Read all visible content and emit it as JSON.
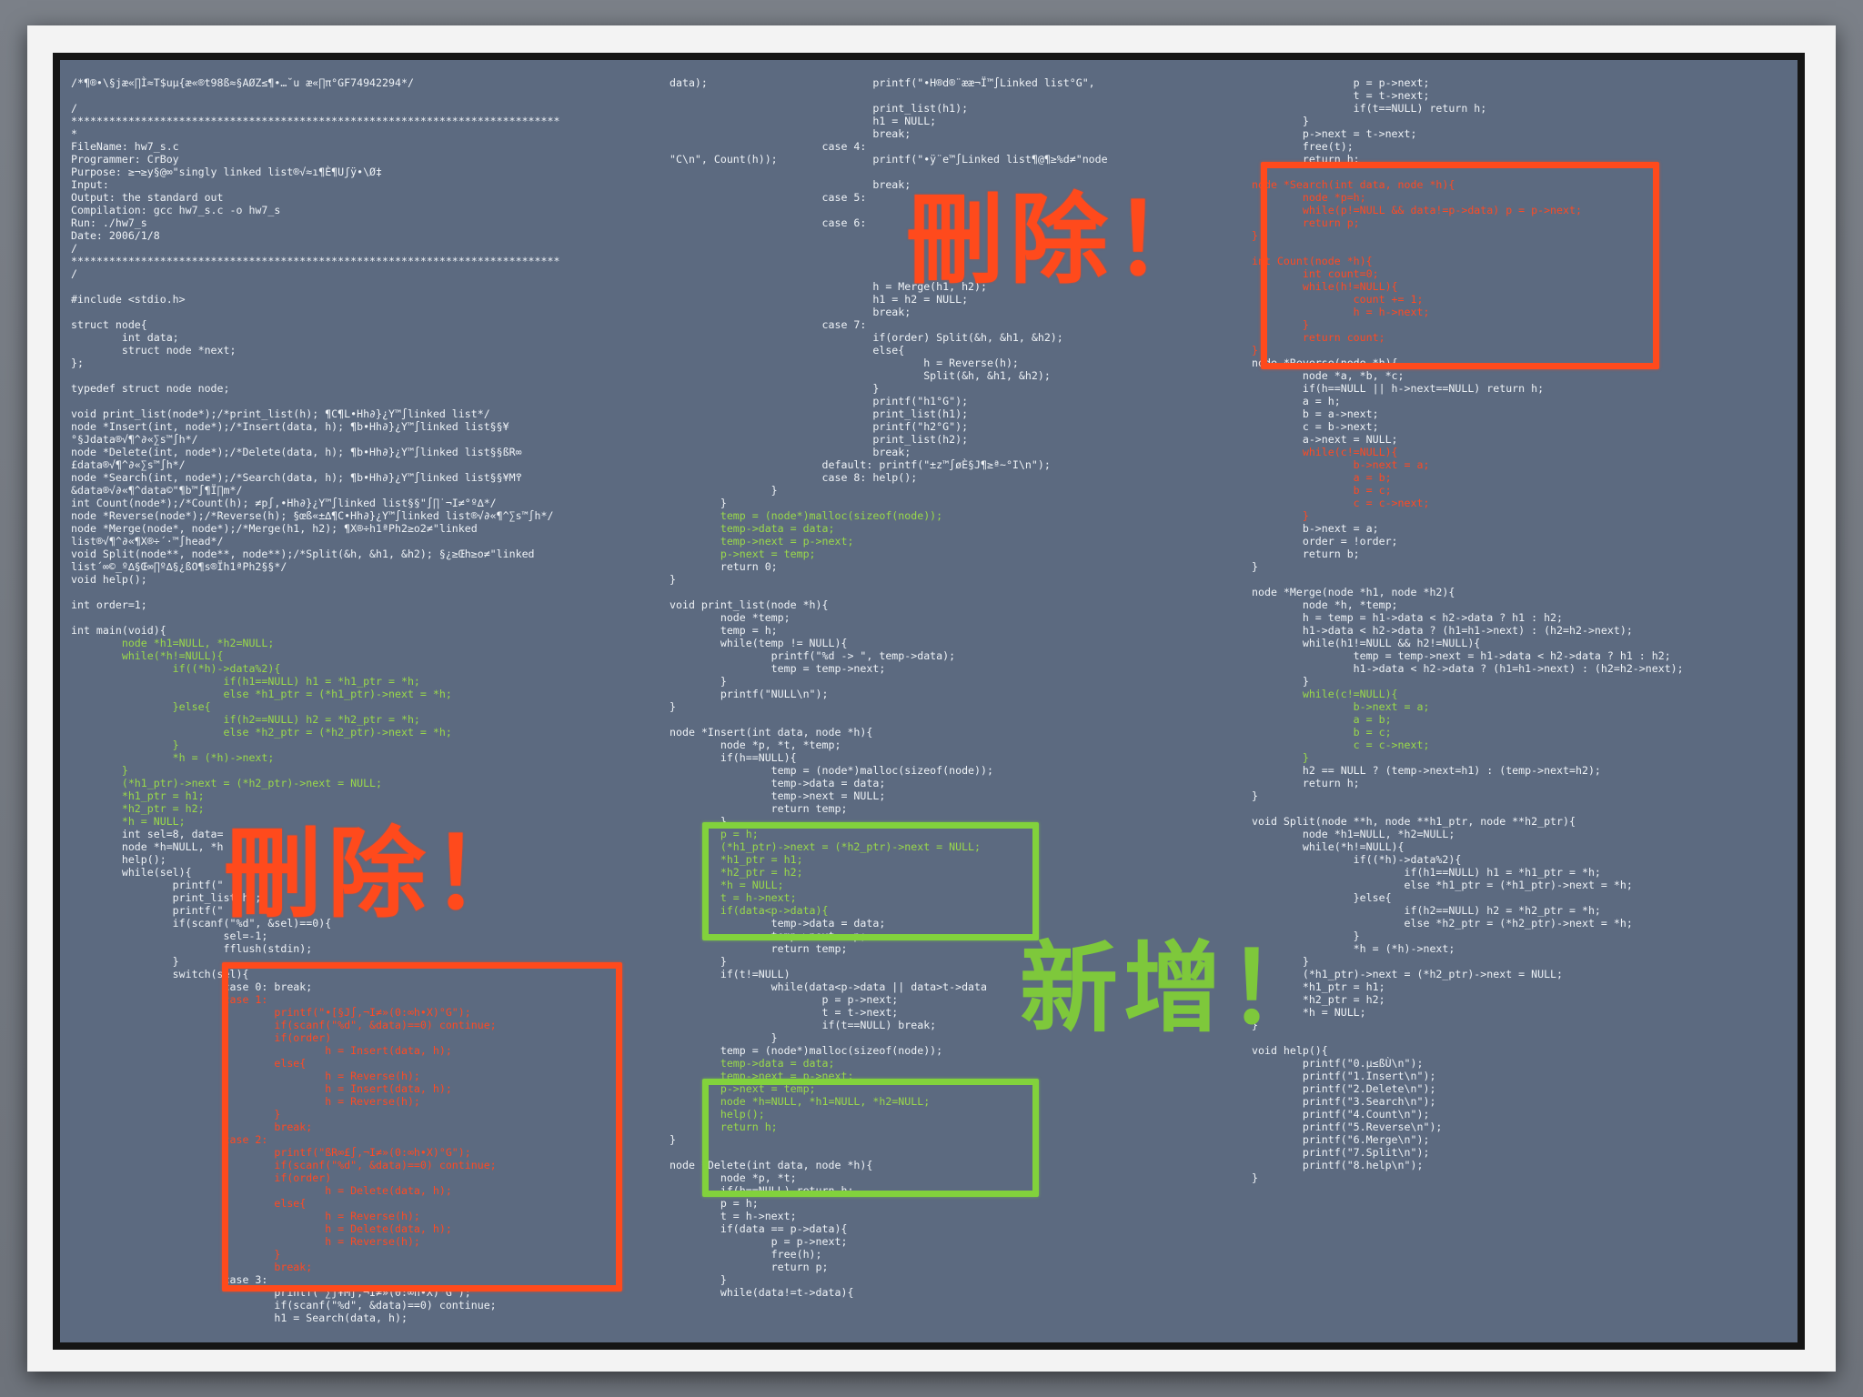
{
  "annotations": {
    "delete_top": "刪除！",
    "delete_left": "刪除！",
    "add_new": "新增！"
  },
  "colors": {
    "slide_bg": "#5c6a80",
    "code_text": "#eef2f6",
    "highlight_green": "#9ad94a",
    "highlight_red": "#ff4a22",
    "box_red": "#ff4a1c",
    "box_green": "#82d23c"
  },
  "code": {
    "col1_a": "/*¶®•\\§jæ«∏Ì≈T$uµ{æ«®t98ß≈§AØZ≤¶•…˘u æ«∏π°GF74942294*/\n\n/\n*****************************************************************************\n*\nFileName: hw7_s.c\nProgrammer: CrBoy\nPurpose: ≥¬≥y§@∞\"singly linked list®√≈ı¶È¶Uʃÿ•\\Ø‡\nInput:\nOutput: the standard out\nCompilation: gcc hw7_s.c -o hw7_s\nRun: ./hw7_s\nDate: 2006/1/8\n/\n*****************************************************************************\n/\n\n#include <stdio.h>\n\nstruct node{\n        int data;\n        struct node *next;\n};\n\ntypedef struct node node;\n\nvoid print_list(node*);/*print_list(h); ¶C¶L•Hh∂}¿Y™∫linked list*/\nnode *Insert(int, node*);/*Insert(data, h); ¶b•Hh∂}¿Y™∫linked list§§¥\n°§Jdata®√¶^∂«∑s™∫h*/\nnode *Delete(int, node*);/*Delete(data, h); ¶b•Hh∂}¿Y™∫linked list§§ßR∞\n£data®√¶^∂«∑s™∫h*/\nnode *Search(int, node*);/*Search(data, h); ¶b•Hh∂}¿Y™∫linked list§§¥M߉\n&data®√∂«¶^data©\"¶b™∫¶Ï∏m*/\nint Count(node*);/*Count(h); ≠p∫‚•Hh∂}¿Y™∫linked list§§\"∫∏˙¬I≠°º∆*/\nnode *Reverse(node*);/*Reverse(h); §œß«±∆¶C•Hh∂}¿Y™∫linked list®√∂«¶^∑s™∫h*/\nnode *Merge(node*, node*);/*Merge(h1, h2); ¶X®÷h1ªPh2≥o2≠\"linked\nlist®√¶^∂«¶X®÷´·™∫head*/\nvoid Split(node**, node**, node**);/*Split(&h, &h1, &h2); §¿≥Œh≥o≠\"linked\nlist´∞©_º∆§Œ∞∏º∆§¿ßO¶s®Ïh1ªPh2§§*/\nvoid help();\n\nint order=1;\n\nint main(void){",
    "col1_b": "        node *h1=NULL, *h2=NULL;\n        while(*h!=NULL){\n                if((*h)->data%2){\n                        if(h1==NULL) h1 = *h1_ptr = *h;\n                        else *h1_ptr = (*h1_ptr)->next = *h;\n                }else{\n                        if(h2==NULL) h2 = *h2_ptr = *h;\n                        else *h2_ptr = (*h2_ptr)->next = *h;\n                }\n                *h = (*h)->next;\n        }\n        (*h1_ptr)->next = (*h2_ptr)->next = NULL;\n        *h1_ptr = h1;\n        *h2_ptr = h2;\n        *h = NULL;",
    "col1_c": "        int sel=8, data=\n        node *h=NULL, *h\n        help();\n        while(sel){\n                printf(\"\n                print_list(h);\n                printf(\"\n                if(scanf(\"%d\", &sel)==0){\n                        sel=-1;\n                        fflush(stdin);\n                }\n                switch(sel){\n                        case 0: break;",
    "col1_d": "                        case 1:\n                                printf(\"•[§J∫‚¬I≠»(0:∞h•X)°G\");\n                                if(scanf(\"%d\", &data)==0) continue;\n                                if(order)\n                                        h = Insert(data, h);\n                                else{\n                                        h = Reverse(h);\n                                        h = Insert(data, h);\n                                        h = Reverse(h);\n                                }\n                                break;\n                        case 2:\n                                printf(\"ßR∞£∫‚¬I≠»(0:∞h•X)°G\");\n                                if(scanf(\"%d\", &data)==0) continue;\n                                if(order)\n                                        h = Delete(data, h);\n                                else{\n                                        h = Reverse(h);\n                                        h = Delete(data, h);\n                                        h = Reverse(h);\n                                }\n                                break;",
    "col1_e": "                        case 3:\n                                printf(\"∑j¥M∫‚¬I≠»(0:∞h•X)°G\");\n                                if(scanf(\"%d\", &data)==0) continue;\n                                h1 = Search(data, h);",
    "col2_a": "data);\n\n\n\n\n\n\"C\\n\", Count(h));",
    "col2_b": "                                printf(\"•H®d®¨ææ¬Ï™∫Linked list°G\",\n\n                                print_list(h1);\n                                h1 = NULL;\n                                break;\n                        case 4:\n                                printf(\"•ÿ¨e™∫Linked list¶@¶≥%d≠\"node\n\n                                break;\n                        case 5:\n\n                        case 6:\n\n\n\n\n                                h = Merge(h1, h2);\n                                h1 = h2 = NULL;\n                                break;\n                        case 7:\n                                if(order) Split(&h, &h1, &h2);\n                                else{\n                                        h = Reverse(h);\n                                        Split(&h, &h1, &h2);\n                                }\n                                printf(\"h1°G\");\n                                print_list(h1);\n                                printf(\"h2°G\");\n                                print_list(h2);\n                                break;\n                        default: printf(\"±z™∫øÈ§J¶≥ª~°I\\n\");\n                        case 8: help();\n                }\n        }",
    "col2_c": "        temp = (node*)malloc(sizeof(node));\n        temp->data = data;\n        temp->next = p->next;\n        p->next = temp;",
    "col2_d": "        return 0;\n}\n\nvoid print_list(node *h){\n        node *temp;\n        temp = h;\n        while(temp != NULL){\n                printf(\"%d -> \", temp->data);\n                temp = temp->next;\n        }\n        printf(\"NULL\\n\");\n}\n\nnode *Insert(int data, node *h){\n        node *p, *t, *temp;\n        if(h==NULL){\n                temp = (node*)malloc(sizeof(node));\n                temp->data = data;\n                temp->next = NULL;\n                return temp;\n        }",
    "col2_e": "        p = h;\n        (*h1_ptr)->next = (*h2_ptr)->next = NULL;\n        *h1_ptr = h1;\n        *h2_ptr = h2;\n        *h = NULL;\n        t = h->next;\n        if(data<p->data){",
    "col2_f": "                temp->data = data;\n                temp->next = p;\n                return temp;\n        }\n        if(t!=NULL)\n                while(data<p->data || data>t->data\n                        p = p->next;\n                        t = t->next;\n                        if(t==NULL) break;\n                }\n        temp = (node*)malloc(sizeof(node));",
    "col2_g": "        temp->data = data;\n        temp->next = p->next;\n        p->next = temp;\n        node *h=NULL, *h1=NULL, *h2=NULL;\n        help();\n        return h;",
    "col2_h": "}\n\nnode *Delete(int data, node *h){\n        node *p, *t;\n        if(h==NULL) return h;\n        p = h;\n        t = h->next;\n        if(data == p->data){\n                p = p->next;\n                free(h);\n                return p;\n        }\n        while(data!=t->data){",
    "col3_a": "                p = p->next;\n                t = t->next;\n                if(t==NULL) return h;\n        }\n        p->next = t->next;\n        free(t);\n        return h;",
    "col3_b": "node *Search(int data, node *h){\n        node *p=h;\n        while(p!=NULL && data!=p->data) p = p->next;\n        return p;\n}\n\nint Count(node *h){\n        int count=0;\n        while(h!=NULL){\n                count += 1;\n                h = h->next;\n        }\n        return count;\n}",
    "col3_c": "node *Reverse(node *h){\n        node *a, *b, *c;\n        if(h==NULL || h->next==NULL) return h;\n        a = h;\n        b = a->next;\n        c = b->next;\n        a->next = NULL;",
    "col3_d": "        while(c!=NULL){\n                b->next = a;\n                a = b;\n                b = c;\n                c = c->next;\n        }",
    "col3_e": "        b->next = a;\n        order = !order;\n        return b;\n}\n\nnode *Merge(node *h1, node *h2){\n        node *h, *temp;\n        h = temp = h1->data < h2->data ? h1 : h2;\n        h1->data < h2->data ? (h1=h1->next) : (h2=h2->next);\n        while(h1!=NULL && h2!=NULL){\n                temp = temp->next = h1->data < h2->data ? h1 : h2;\n                h1->data < h2->data ? (h1=h1->next) : (h2=h2->next);\n        }",
    "col3_f": "        while(c!=NULL){\n                b->next = a;\n                a = b;\n                b = c;\n                c = c->next;\n        }",
    "col3_g": "        h2 == NULL ? (temp->next=h1) : (temp->next=h2);\n        return h;\n}\n\nvoid Split(node **h, node **h1_ptr, node **h2_ptr){\n        node *h1=NULL, *h2=NULL;\n        while(*h!=NULL){\n                if((*h)->data%2){\n                        if(h1==NULL) h1 = *h1_ptr = *h;\n                        else *h1_ptr = (*h1_ptr)->next = *h;\n                }else{\n                        if(h2==NULL) h2 = *h2_ptr = *h;\n                        else *h2_ptr = (*h2_ptr)->next = *h;\n                }\n                *h = (*h)->next;\n        }\n        (*h1_ptr)->next = (*h2_ptr)->next = NULL;\n        *h1_ptr = h1;\n        *h2_ptr = h2;\n        *h = NULL;\n}\n\nvoid help(){\n        printf(\"0.µ≤ßÙ\\n\");\n        printf(\"1.Insert\\n\");\n        printf(\"2.Delete\\n\");\n        printf(\"3.Search\\n\");\n        printf(\"4.Count\\n\");\n        printf(\"5.Reverse\\n\");\n        printf(\"6.Merge\\n\");\n        printf(\"7.Split\\n\");\n        printf(\"8.help\\n\");\n}"
  }
}
